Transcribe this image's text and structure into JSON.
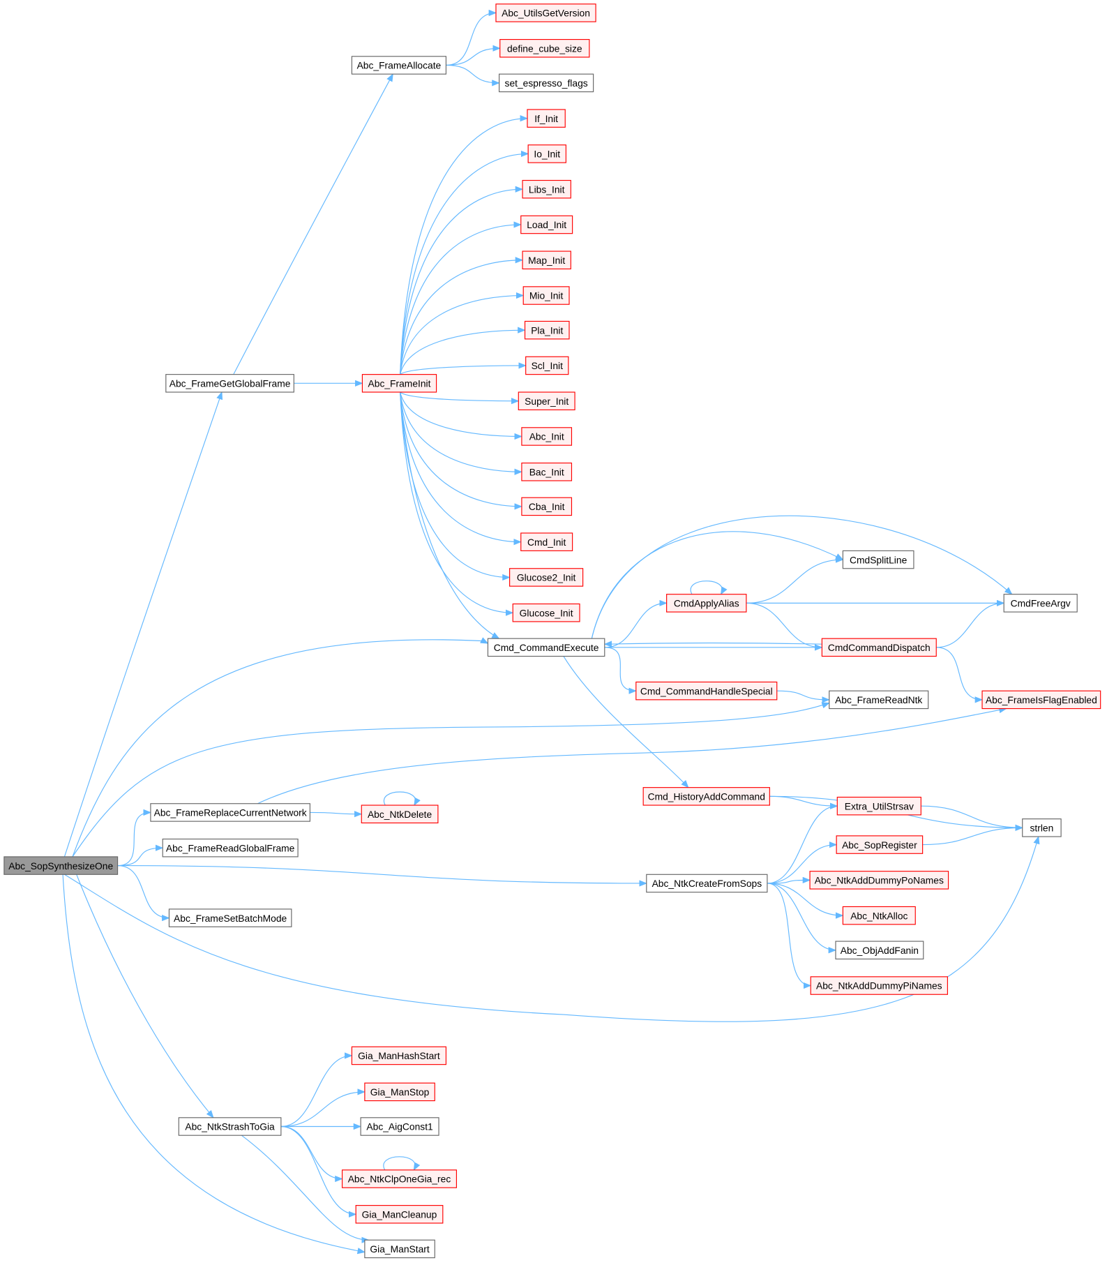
{
  "title": "Abc_SopSynthesizeOne call graph",
  "colors": {
    "edge": "#63b8ff",
    "root_fill": "#999999",
    "red_stroke": "#ff0000",
    "red_fill": "#fff0f0",
    "plain_stroke": "#666666"
  },
  "nodes": [
    {
      "id": "root",
      "label": "Abc_SopSynthesizeOne",
      "style": "root"
    },
    {
      "id": "ggf",
      "label": "Abc_FrameGetGlobalFrame",
      "style": "plain"
    },
    {
      "id": "falloc",
      "label": "Abc_FrameAllocate",
      "style": "plain"
    },
    {
      "id": "ver",
      "label": "Abc_UtilsGetVersion",
      "style": "red"
    },
    {
      "id": "cube",
      "label": "define_cube_size",
      "style": "red"
    },
    {
      "id": "esp",
      "label": "set_espresso_flags",
      "style": "plain"
    },
    {
      "id": "if",
      "label": "If_Init",
      "style": "red"
    },
    {
      "id": "io",
      "label": "Io_Init",
      "style": "red"
    },
    {
      "id": "libs",
      "label": "Libs_Init",
      "style": "red"
    },
    {
      "id": "load",
      "label": "Load_Init",
      "style": "red"
    },
    {
      "id": "map",
      "label": "Map_Init",
      "style": "red"
    },
    {
      "id": "mio",
      "label": "Mio_Init",
      "style": "red"
    },
    {
      "id": "pla",
      "label": "Pla_Init",
      "style": "red"
    },
    {
      "id": "scl",
      "label": "Scl_Init",
      "style": "red"
    },
    {
      "id": "super",
      "label": "Super_Init",
      "style": "red"
    },
    {
      "id": "abci",
      "label": "Abc_Init",
      "style": "red"
    },
    {
      "id": "bac",
      "label": "Bac_Init",
      "style": "red"
    },
    {
      "id": "cba",
      "label": "Cba_Init",
      "style": "red"
    },
    {
      "id": "cmdi",
      "label": "Cmd_Init",
      "style": "red"
    },
    {
      "id": "gl2",
      "label": "Glucose2_Init",
      "style": "red"
    },
    {
      "id": "gl",
      "label": "Glucose_Init",
      "style": "red"
    },
    {
      "id": "finit",
      "label": "Abc_FrameInit",
      "style": "red"
    },
    {
      "id": "cexec",
      "label": "Cmd_CommandExecute",
      "style": "plain"
    },
    {
      "id": "split",
      "label": "CmdSplitLine",
      "style": "plain"
    },
    {
      "id": "alias",
      "label": "CmdApplyAlias",
      "style": "red"
    },
    {
      "id": "free",
      "label": "CmdFreeArgv",
      "style": "plain"
    },
    {
      "id": "disp",
      "label": "CmdCommandDispatch",
      "style": "red"
    },
    {
      "id": "spec",
      "label": "Cmd_CommandHandleSpecial",
      "style": "red"
    },
    {
      "id": "rntk",
      "label": "Abc_FrameReadNtk",
      "style": "plain"
    },
    {
      "id": "flag",
      "label": "Abc_FrameIsFlagEnabled",
      "style": "red"
    },
    {
      "id": "hist",
      "label": "Cmd_HistoryAddCommand",
      "style": "red"
    },
    {
      "id": "strsav",
      "label": "Extra_UtilStrsav",
      "style": "red"
    },
    {
      "id": "strlen",
      "label": "strlen",
      "style": "plain"
    },
    {
      "id": "sopreg",
      "label": "Abc_SopRegister",
      "style": "red"
    },
    {
      "id": "dpo",
      "label": "Abc_NtkAddDummyPoNames",
      "style": "red"
    },
    {
      "id": "nalloc",
      "label": "Abc_NtkAlloc",
      "style": "red"
    },
    {
      "id": "fanin",
      "label": "Abc_ObjAddFanin",
      "style": "plain"
    },
    {
      "id": "dpi",
      "label": "Abc_NtkAddDummyPiNames",
      "style": "red"
    },
    {
      "id": "csops",
      "label": "Abc_NtkCreateFromSops",
      "style": "plain"
    },
    {
      "id": "repl",
      "label": "Abc_FrameReplaceCurrentNetwork",
      "style": "plain"
    },
    {
      "id": "ndel",
      "label": "Abc_NtkDelete",
      "style": "red"
    },
    {
      "id": "rgf",
      "label": "Abc_FrameReadGlobalFrame",
      "style": "plain"
    },
    {
      "id": "batch",
      "label": "Abc_FrameSetBatchMode",
      "style": "plain"
    },
    {
      "id": "s2g",
      "label": "Abc_NtkStrashToGia",
      "style": "plain"
    },
    {
      "id": "hstart",
      "label": "Gia_ManHashStart",
      "style": "red"
    },
    {
      "id": "mstop",
      "label": "Gia_ManStop",
      "style": "red"
    },
    {
      "id": "const1",
      "label": "Abc_AigConst1",
      "style": "plain"
    },
    {
      "id": "clp",
      "label": "Abc_NtkClpOneGia_rec",
      "style": "red"
    },
    {
      "id": "clean",
      "label": "Gia_ManCleanup",
      "style": "red"
    },
    {
      "id": "mstart",
      "label": "Gia_ManStart",
      "style": "plain"
    }
  ],
  "edges": [
    [
      "root",
      "ggf"
    ],
    [
      "root",
      "cexec"
    ],
    [
      "root",
      "rntk"
    ],
    [
      "root",
      "repl"
    ],
    [
      "root",
      "rgf"
    ],
    [
      "root",
      "csops"
    ],
    [
      "root",
      "batch"
    ],
    [
      "root",
      "strlen"
    ],
    [
      "root",
      "s2g"
    ],
    [
      "root",
      "mstart"
    ],
    [
      "ggf",
      "falloc"
    ],
    [
      "ggf",
      "finit"
    ],
    [
      "falloc",
      "ver"
    ],
    [
      "falloc",
      "cube"
    ],
    [
      "falloc",
      "esp"
    ],
    [
      "finit",
      "if"
    ],
    [
      "finit",
      "io"
    ],
    [
      "finit",
      "libs"
    ],
    [
      "finit",
      "load"
    ],
    [
      "finit",
      "map"
    ],
    [
      "finit",
      "mio"
    ],
    [
      "finit",
      "pla"
    ],
    [
      "finit",
      "scl"
    ],
    [
      "finit",
      "super"
    ],
    [
      "finit",
      "abci"
    ],
    [
      "finit",
      "bac"
    ],
    [
      "finit",
      "cba"
    ],
    [
      "finit",
      "cmdi"
    ],
    [
      "finit",
      "gl2"
    ],
    [
      "finit",
      "gl"
    ],
    [
      "finit",
      "cexec"
    ],
    [
      "cexec",
      "free"
    ],
    [
      "cexec",
      "split"
    ],
    [
      "cexec",
      "alias"
    ],
    [
      "cexec",
      "disp"
    ],
    [
      "cexec",
      "spec"
    ],
    [
      "cexec",
      "hist"
    ],
    [
      "alias",
      "alias"
    ],
    [
      "alias",
      "split"
    ],
    [
      "alias",
      "free"
    ],
    [
      "alias",
      "disp"
    ],
    [
      "disp",
      "free"
    ],
    [
      "disp",
      "cexec"
    ],
    [
      "disp",
      "flag"
    ],
    [
      "spec",
      "rntk"
    ],
    [
      "hist",
      "strlen"
    ],
    [
      "hist",
      "strsav"
    ],
    [
      "strsav",
      "strlen"
    ],
    [
      "sopreg",
      "strlen"
    ],
    [
      "repl",
      "ndel"
    ],
    [
      "repl",
      "flag"
    ],
    [
      "ndel",
      "ndel"
    ],
    [
      "csops",
      "strsav"
    ],
    [
      "csops",
      "sopreg"
    ],
    [
      "csops",
      "dpo"
    ],
    [
      "csops",
      "nalloc"
    ],
    [
      "csops",
      "fanin"
    ],
    [
      "csops",
      "dpi"
    ],
    [
      "s2g",
      "hstart"
    ],
    [
      "s2g",
      "mstop"
    ],
    [
      "s2g",
      "const1"
    ],
    [
      "s2g",
      "clp"
    ],
    [
      "s2g",
      "clean"
    ],
    [
      "s2g",
      "mstart"
    ],
    [
      "clp",
      "clp"
    ]
  ]
}
